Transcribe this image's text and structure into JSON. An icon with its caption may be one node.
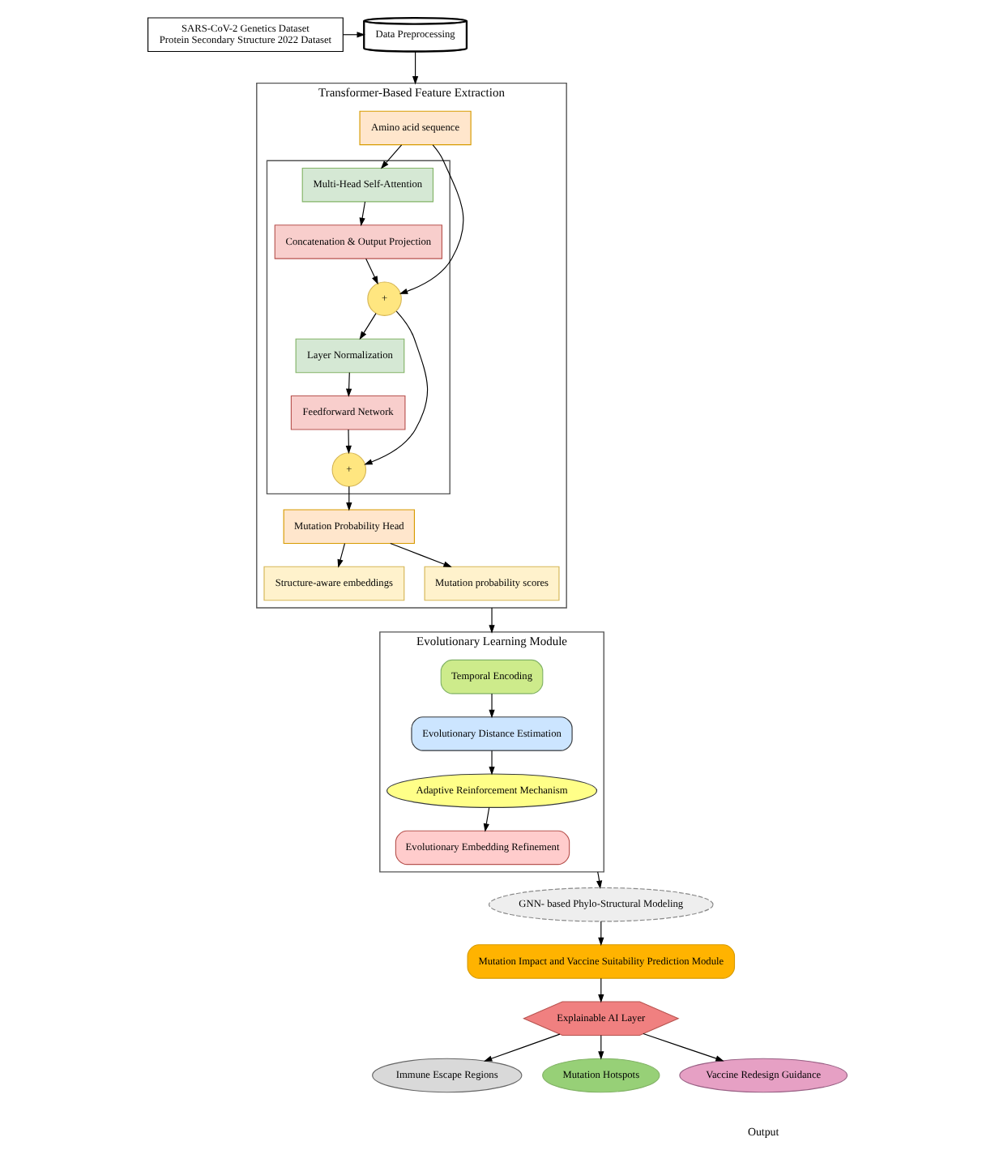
{
  "diagram": {
    "nodes": [
      {
        "text": [
          "SARS-CoV-2 Genetics Dataset",
          "Protein Secondary Structure 2022 Dataset"
        ]
      },
      {
        "text": [
          "Data Preprocessing"
        ]
      },
      {
        "text": [
          "Transformer-Based Feature Extraction"
        ]
      },
      {
        "text": [
          "Amino acid sequence"
        ],
        "in": 2
      },
      {
        "text": [],
        "shape": "box",
        "in": 2
      },
      {
        "text": [
          "Multi-Head Self-Attention"
        ],
        "in": 4
      },
      {
        "text": [
          "Concatenation & Output Projection"
        ],
        "in": 4
      },
      {
        "text": [
          "+"
        ],
        "in": 4
      },
      {
        "text": [
          "Layer Normalization"
        ],
        "in": 4
      },
      {
        "text": [
          "Feedforward Network"
        ],
        "in": 4
      },
      {
        "text": [
          "+"
        ],
        "in": 4
      },
      {
        "text": [
          "Mutation Probability Head"
        ],
        "in": 2
      },
      {
        "text": [
          "Structure-aware embeddings"
        ],
        "in": 2
      },
      {
        "text": [
          "Mutation probability scores"
        ],
        "in": 2
      },
      {
        "text": [
          "Evolutionary Learning Module"
        ]
      },
      {
        "text": [
          "Temporal Encoding"
        ],
        "in": 14
      },
      {
        "text": [
          "Evolutionary Embedding Refinement"
        ],
        "in": 14
      },
      {
        "text": [
          "Evolutionary Distance Estimation"
        ],
        "in": 14
      },
      {
        "text": [
          "Adaptive Reinforcement Mechanism"
        ],
        "in": 14
      },
      {
        "text": [
          "GNN- based Phylo-Structural Modeling"
        ]
      },
      {
        "text": [
          "Mutation Impact and Vaccine Suitability Prediction Module"
        ]
      },
      {
        "text": [
          "Explainable AI Layer"
        ]
      },
      {
        "text": [
          "Immune Escape Regions"
        ]
      },
      {
        "text": [
          "Mutation Hotspots"
        ]
      },
      {
        "text": [
          "Vaccine Redesign Guidance"
        ]
      }
    ],
    "edges": [
      {
        "from": 0,
        "to": 1,
        "arrow": "to"
      },
      {
        "from": 1,
        "to": 2,
        "arrow": "to"
      },
      {
        "from": 3,
        "to": 5,
        "arrow": "to"
      },
      {
        "from": 3,
        "to": 7,
        "arrow": "to"
      },
      {
        "from": 5,
        "to": 6,
        "arrow": "to"
      },
      {
        "from": 6,
        "to": 7,
        "arrow": "to"
      },
      {
        "from": 7,
        "to": 8,
        "arrow": "to"
      },
      {
        "from": 7,
        "to": 10,
        "arrow": "to"
      },
      {
        "from": 8,
        "to": 9,
        "arrow": "to"
      },
      {
        "from": 9,
        "to": 10,
        "arrow": "to"
      },
      {
        "from": 10,
        "to": 11,
        "arrow": "to"
      },
      {
        "from": 11,
        "to": 12,
        "arrow": "to"
      },
      {
        "from": 11,
        "to": 13,
        "arrow": "to"
      },
      {
        "from": 2,
        "to": 14,
        "arrow": "to"
      },
      {
        "from": 15,
        "to": 17,
        "arrow": "to"
      },
      {
        "from": 17,
        "to": 18,
        "arrow": "to"
      },
      {
        "from": 18,
        "to": 16,
        "arrow": "to"
      },
      {
        "from": 14,
        "to": 19,
        "arrow": "to"
      },
      {
        "from": 19,
        "to": 20,
        "arrow": "to"
      },
      {
        "from": 20,
        "to": 21,
        "arrow": "to"
      },
      {
        "from": 21,
        "to": 22,
        "arrow": "to"
      },
      {
        "from": 21,
        "to": 23,
        "arrow": "to"
      },
      {
        "from": 21,
        "to": 24,
        "arrow": "to"
      }
    ],
    "labels": [
      "Output"
    ]
  }
}
